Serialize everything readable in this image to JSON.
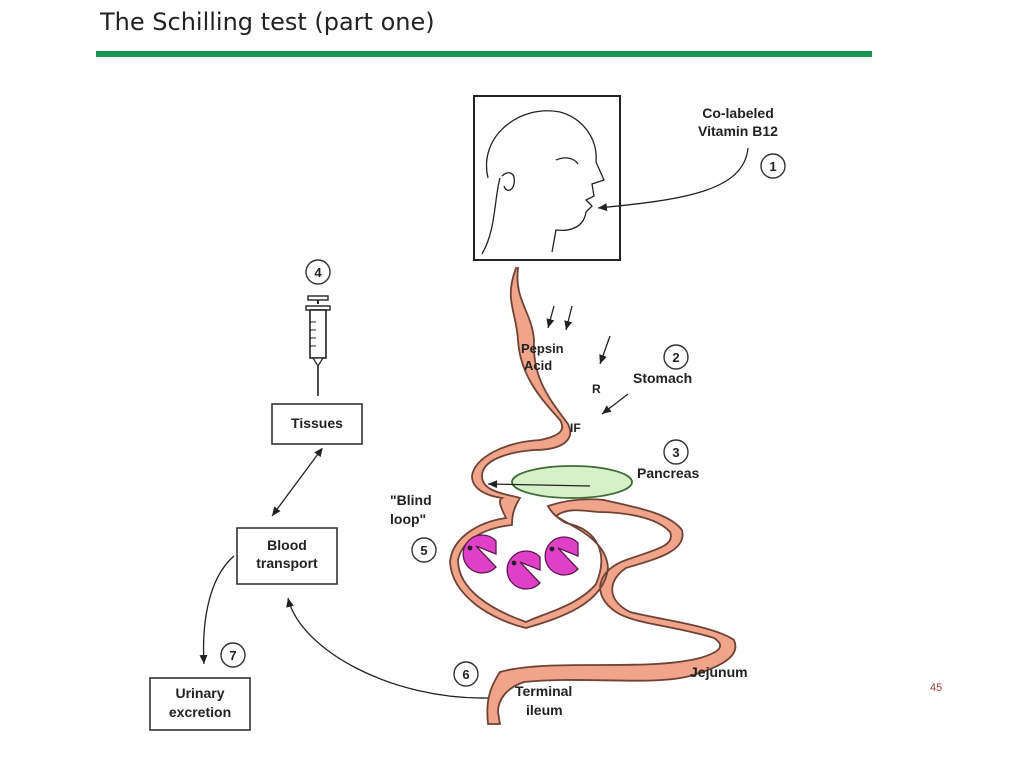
{
  "slide": {
    "title": "The Schilling test (part one)",
    "page_number": "45"
  },
  "diagram": {
    "oral_dose": [
      "Co-labeled",
      "Vitamin B12"
    ],
    "stomach_contents": [
      "Pepsin",
      "Acid"
    ],
    "r_label": "R",
    "if_label": "IF",
    "stomach": "Stomach",
    "pancreas": "Pancreas",
    "blind_loop": [
      "\"Blind",
      "loop\""
    ],
    "tissues": "Tissues",
    "blood_transport": [
      "Blood",
      "transport"
    ],
    "urinary_excretion": [
      "Urinary",
      "excretion"
    ],
    "jejunum": "Jejunum",
    "terminal_ileum": [
      "Terminal",
      "ileum"
    ],
    "steps": [
      "1",
      "2",
      "3",
      "4",
      "5",
      "6",
      "7"
    ]
  },
  "colors": {
    "accent_rule": "#16964f",
    "gut": "#f0a48a",
    "pancreas": "#d6f0c8",
    "bacteria": "#e040c8",
    "page_number": "#a0443a"
  }
}
